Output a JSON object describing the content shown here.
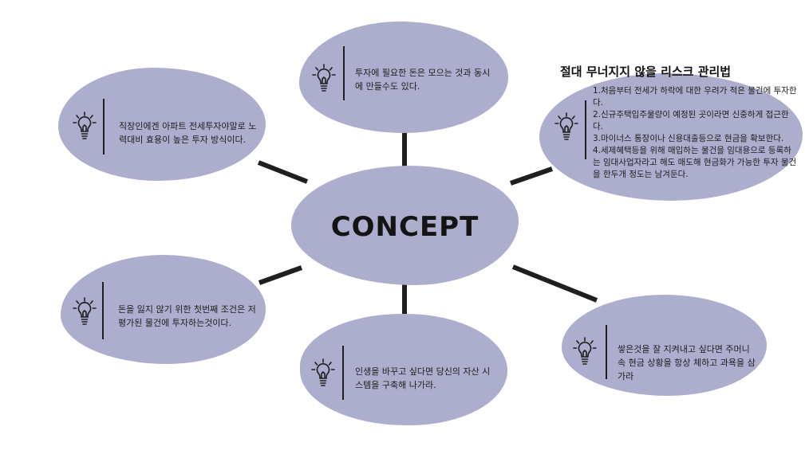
{
  "diagram": {
    "center": {
      "label": "CONCEPT"
    },
    "nodes": {
      "top": {
        "text": "투자에 필요한 돈은 모으는 것과 동시에 만들수도 있다.",
        "icon": "lightbulb-icon"
      },
      "upper_left": {
        "text": "직장인에겐 아파트 전세투자야말로 노력대비 효용이 높은 투자 방식이다.",
        "icon": "lightbulb-icon"
      },
      "lower_left": {
        "text": "돈을 잃지 않기 위한 첫번째 조건은 저평가된 물건에 투자하는것이다.",
        "icon": "lightbulb-icon"
      },
      "bottom": {
        "text": "인생을 바꾸고 싶다면 당신의 자산 시스템을 구축해 나가라.",
        "icon": "lightbulb-icon"
      },
      "lower_right": {
        "text": "쌓은것을 잘 지켜내고 싶다면 주머니 속 현금 상황을 항상 체하고 과욕을 삼가라",
        "icon": "lightbulb-icon"
      },
      "upper_right": {
        "heading": "절대 무너지지 않을 리스크 관리법",
        "items": [
          "1.처음부터 전세가 하락에 대한 우려가 적은 물건에 투자한다.",
          "2.신규주택입주물량이 예정된 곳이라면 신중하게 접근한다.",
          "3.마이너스 통장이나 신용대출등으로 현금을 확보한다.",
          "4.세제혜택등을 위해 매입하는 물건을 임대용으로 등록하는 임대사업자라고 해도 매도해 현금화가 가능한 투자 물건을 한두개 정도는 남겨둔다."
        ],
        "icon": "lightbulb-icon"
      }
    },
    "colors": {
      "bubble": "#adadcd",
      "line": "#1f1f1f",
      "background": "#ffffff"
    }
  }
}
